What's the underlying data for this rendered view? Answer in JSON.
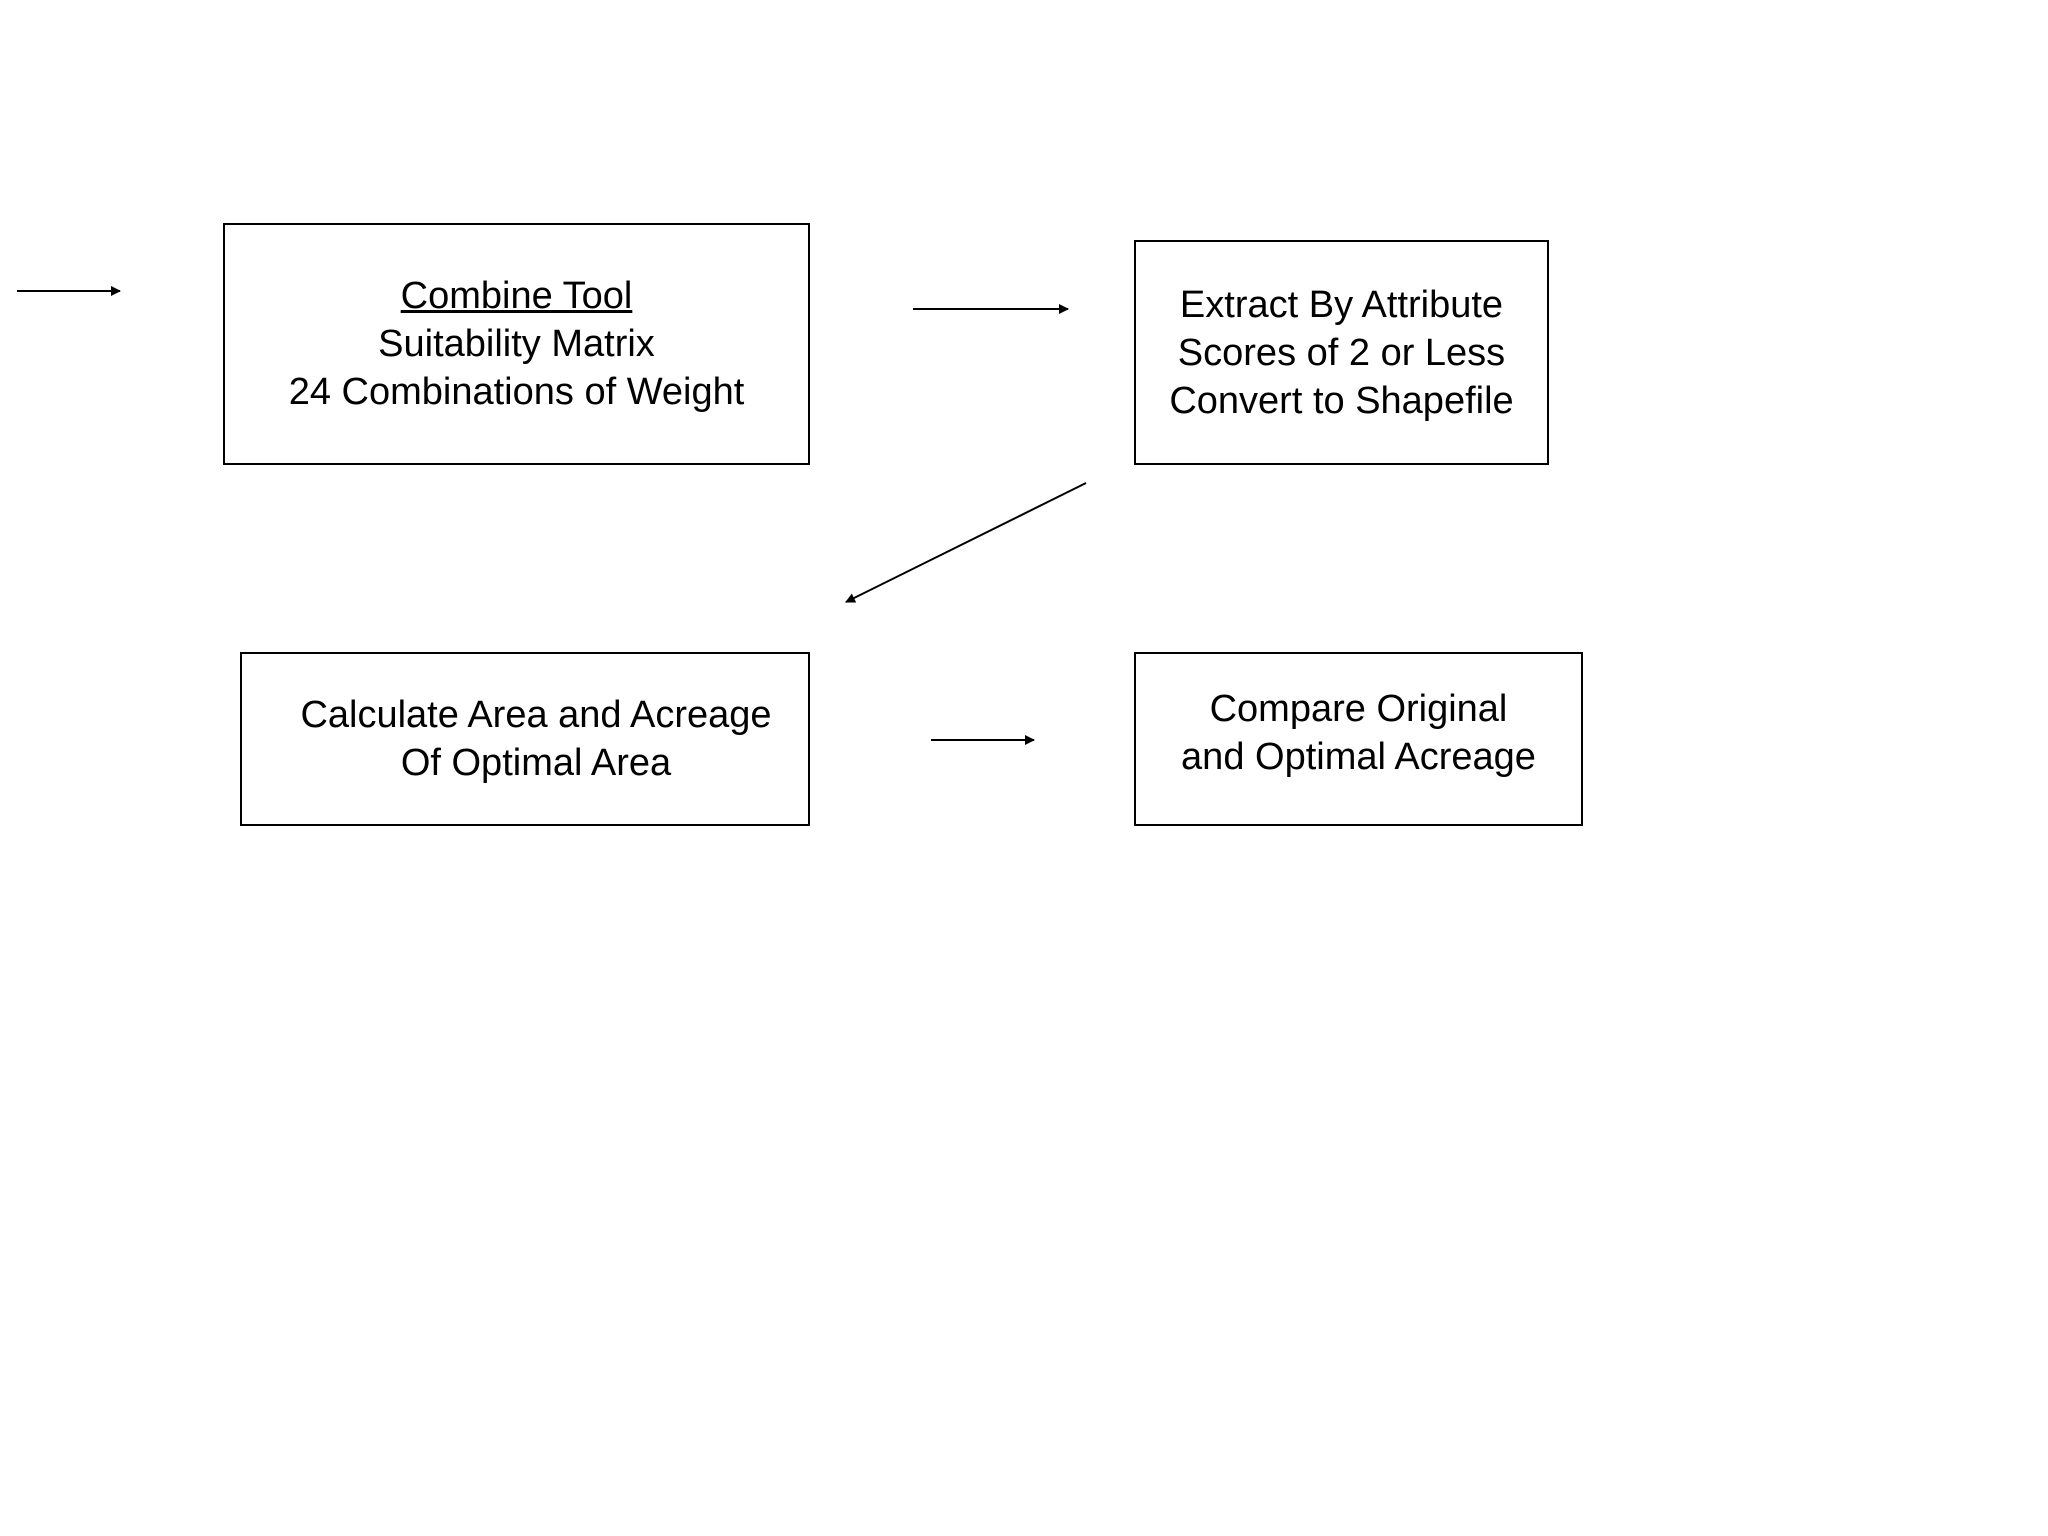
{
  "nodes": {
    "combine": {
      "title": "Combine Tool",
      "line2": "Suitability Matrix",
      "line3": "24 Combinations of Weight"
    },
    "extract": {
      "line1": "Extract By Attribute",
      "line2": "Scores of 2 or Less",
      "line3": "Convert to Shapefile"
    },
    "calculate": {
      "line1": "Calculate Area and Acreage",
      "line2": "Of Optimal Area"
    },
    "compare": {
      "line1": "Compare Original",
      "line2": "and Optimal Acreage"
    }
  },
  "edges": [
    {
      "from": "",
      "to": "combine"
    },
    {
      "from": "combine",
      "to": "extract"
    },
    {
      "from": "extract",
      "to": "calculate"
    },
    {
      "from": "calculate",
      "to": "compare"
    }
  ],
  "colors": {
    "line": "#000000",
    "background": "#ffffff"
  }
}
